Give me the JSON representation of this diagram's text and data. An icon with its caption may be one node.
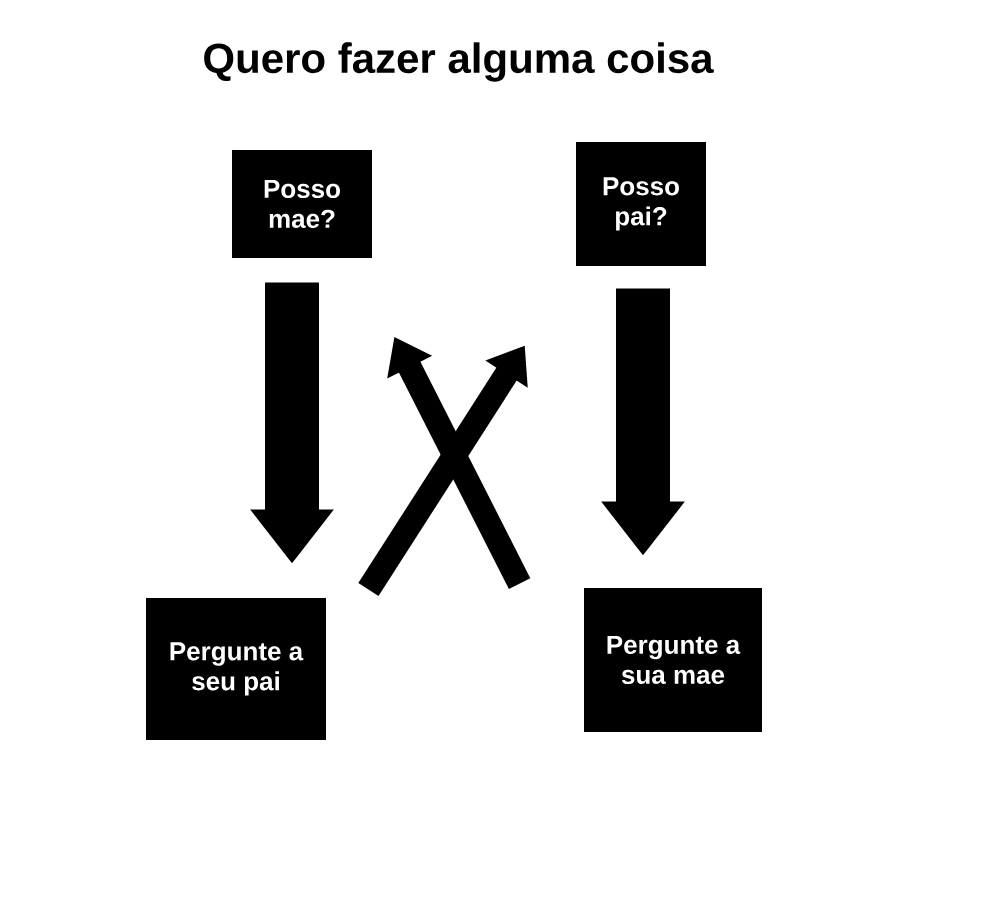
{
  "diagram": {
    "title": "Quero fazer alguma coisa",
    "nodes": [
      {
        "text": [
          "Posso mae?"
        ]
      },
      {
        "text": [
          "Posso pai?"
        ]
      },
      {
        "text": [
          "Pergunte a seu pai"
        ]
      },
      {
        "text": [
          "Pergunte a sua mae"
        ]
      }
    ],
    "edges": [
      {
        "from": 0,
        "to": 2,
        "arrow": "to",
        "style": "thick"
      },
      {
        "from": 1,
        "to": 3,
        "arrow": "to",
        "style": "thick"
      },
      {
        "from": 2,
        "to": 1,
        "arrow": "to"
      },
      {
        "from": 3,
        "to": 0,
        "arrow": "to"
      }
    ]
  }
}
